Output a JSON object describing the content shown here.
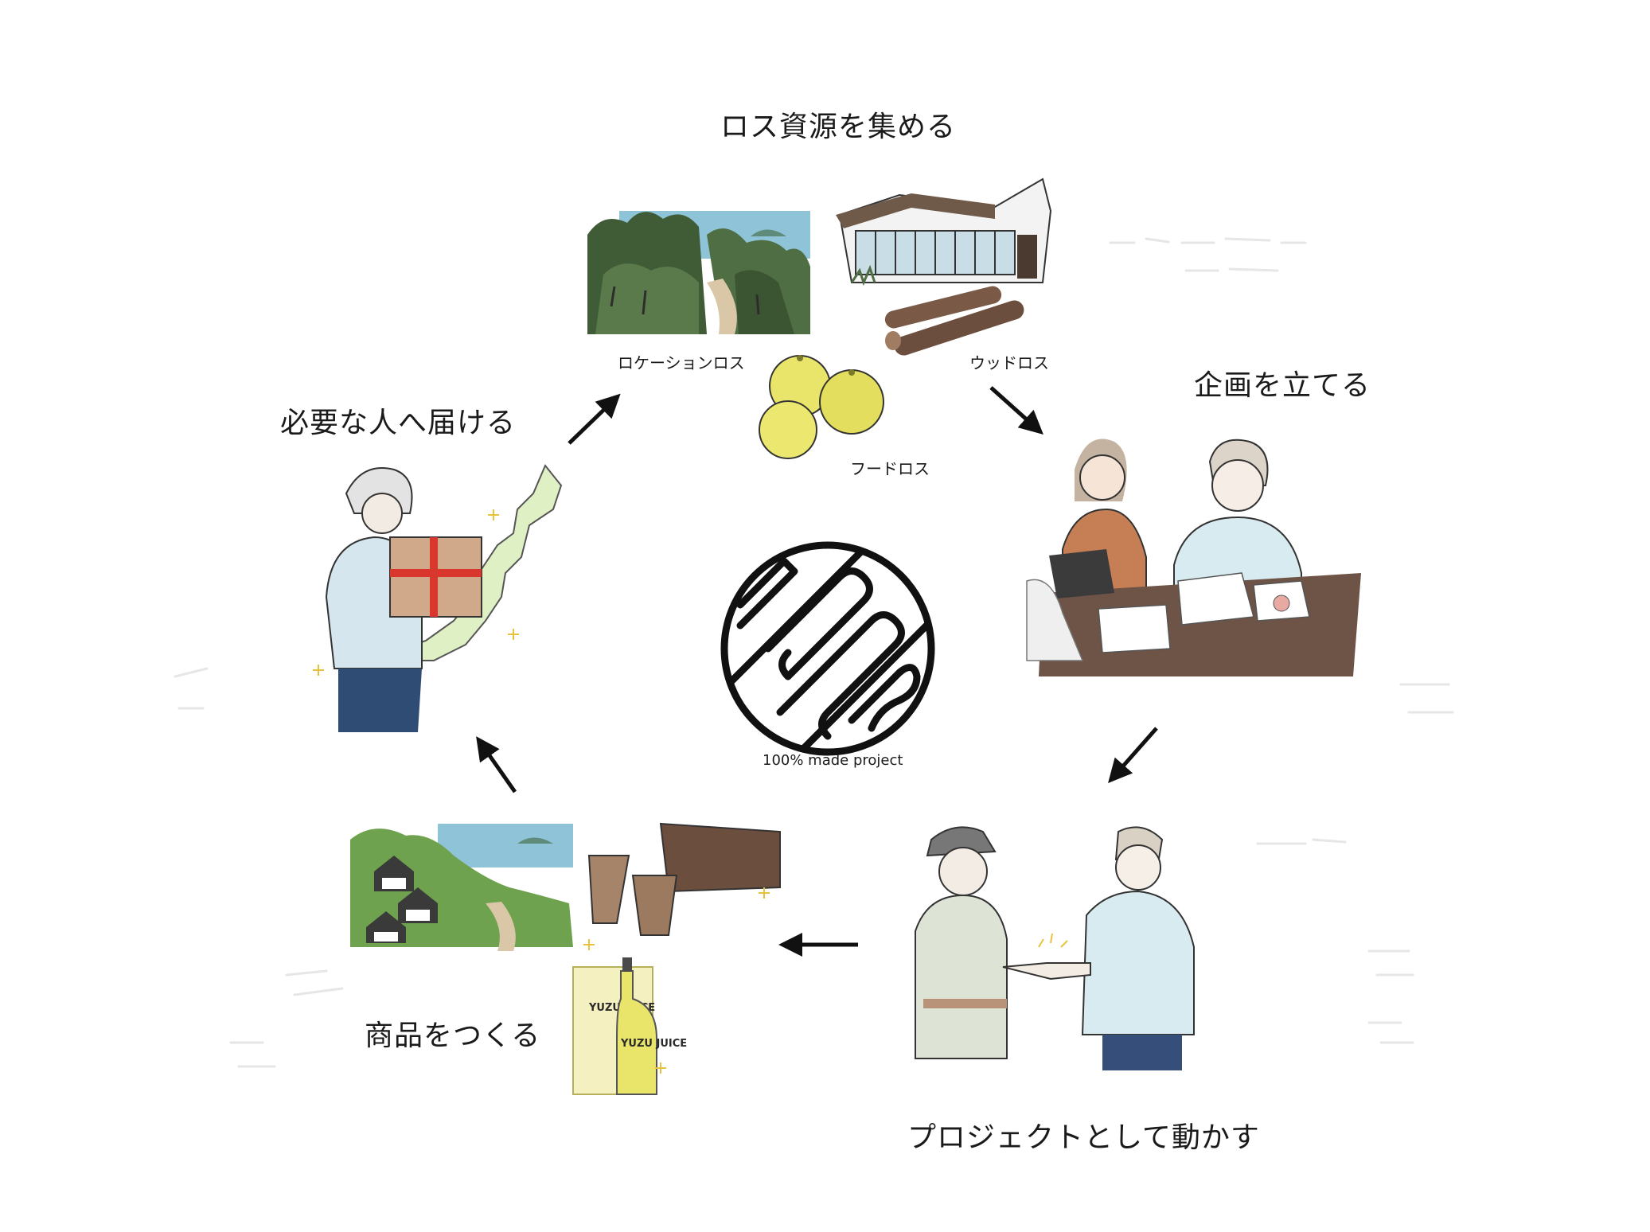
{
  "steps": {
    "collect": {
      "title": "ロス資源を集める"
    },
    "plan": {
      "title": "企画を立てる"
    },
    "project": {
      "title": "プロジェクトとして動かす"
    },
    "product": {
      "title": "商品をつくる"
    },
    "deliver": {
      "title": "必要な人へ届ける"
    }
  },
  "loss_types": {
    "location": "ロケーションロス",
    "wood": "ウッドロス",
    "food": "フードロス"
  },
  "logo": {
    "caption": "100% made project"
  },
  "product_labels": {
    "box": "YUZU JUICE",
    "bottle": "YUZU JUICE"
  },
  "colors": {
    "ink": "#1a1a1a",
    "yuzu_yellow": "#e9e46a",
    "map_green": "#dff0c4",
    "sea_blue": "#8fc4d8",
    "forest_green": "#4f6e44",
    "wood_brown": "#6b4e3d",
    "table_brown": "#6d5446"
  },
  "icons": {
    "arrows": [
      "arrow-up-right-icon",
      "arrow-down-right-icon",
      "arrow-down-left-icon",
      "arrow-left-icon",
      "arrow-up-left-icon"
    ]
  }
}
